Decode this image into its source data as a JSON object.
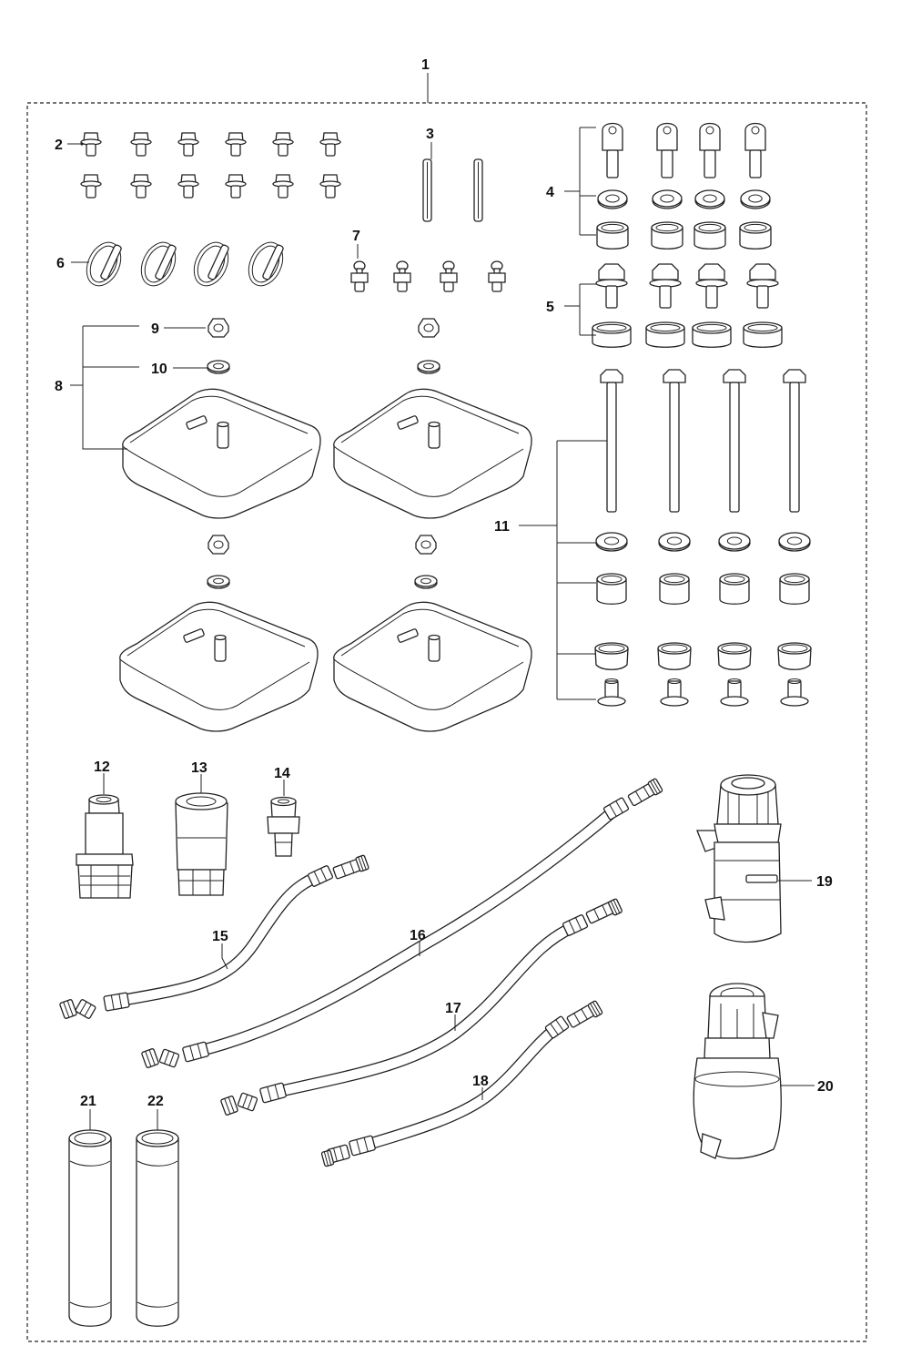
{
  "diagram": {
    "type": "exploded-parts-diagram",
    "border_style": "dashed",
    "colors": {
      "line": "#222222",
      "background": "#ffffff"
    },
    "callouts": [
      "1",
      "2",
      "3",
      "4",
      "5",
      "6",
      "7",
      "8",
      "9",
      "10",
      "11",
      "12",
      "13",
      "14",
      "15",
      "16",
      "17",
      "18",
      "19",
      "20",
      "21",
      "22"
    ]
  }
}
